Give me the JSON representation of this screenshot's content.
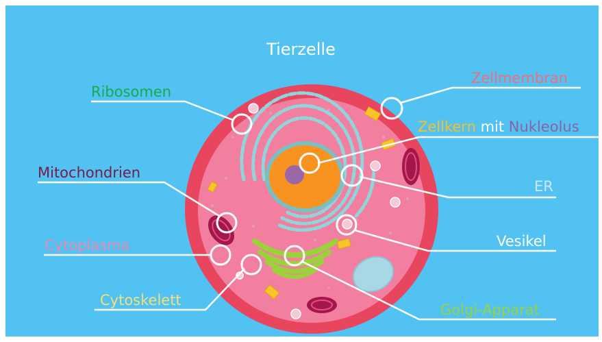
{
  "title": "Tierzelle",
  "labels": {
    "ribosomen": "Ribosomen",
    "mitochondrien": "Mitochondrien",
    "cytoplasma": "Cytoplasma",
    "cytoskelett": "Cytoskelett",
    "zellmembran": "Zellmembran",
    "zellkern": "Zellkern",
    "mit": "mit",
    "nukleolus": "Nukleolus",
    "er": "ER",
    "vesikel": "Vesikel",
    "golgi": "Golgi-Apparat"
  },
  "colors": {
    "background": "#52c2f2",
    "ribosomen": "#1aa84a",
    "mitochondrien": "#7a1a4a",
    "cytoplasma": "#e88ab0",
    "cytoskelett": "#f3e07a",
    "zellmembran": "#f26c7f",
    "zellkern": "#f5c02a",
    "mit": "#ffffff",
    "nukleolus": "#8a62a8",
    "er": "#cfe6f2",
    "vesikel": "#ffffff",
    "golgi": "#9bd23c"
  }
}
